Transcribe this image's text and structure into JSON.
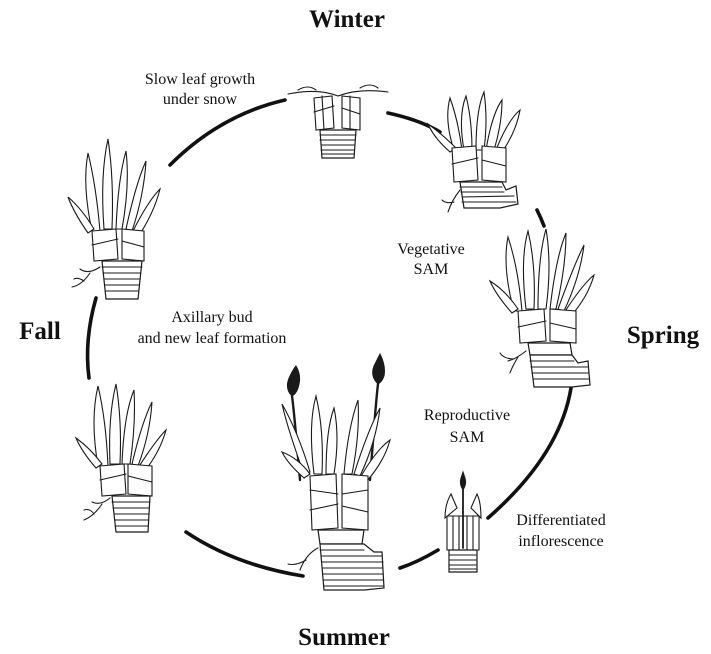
{
  "seasons": {
    "winter": "Winter",
    "spring": "Spring",
    "summer": "Summer",
    "fall": "Fall"
  },
  "annotations": {
    "slow_growth": [
      "Slow leaf growth",
      "under snow"
    ],
    "vegetative": [
      "Vegetative",
      "SAM"
    ],
    "axillary": [
      "Axillary bud",
      "and new leaf formation"
    ],
    "reproductive": [
      "Reproductive",
      "SAM"
    ],
    "inflorescence": [
      "Differentiated",
      "inflorescence"
    ]
  },
  "colors": {
    "ink": "#111111",
    "background": "#ffffff"
  }
}
